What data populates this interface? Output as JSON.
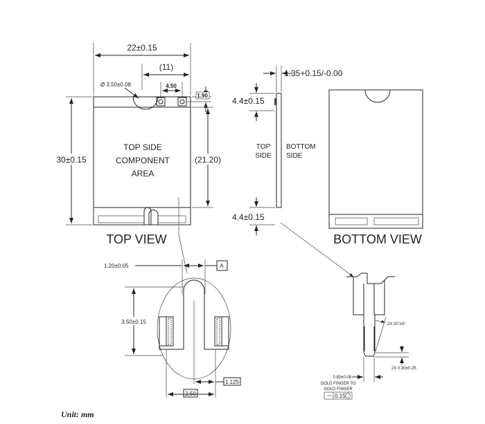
{
  "top_view": {
    "width_dim": "22±0.15",
    "offset_dim": "(11)",
    "notch_dim": "Ø 3.50±0.08",
    "pin_spacing_dim": "4.50",
    "pin_offset_dim": "1.90",
    "height_dim": "30±0.15",
    "component_area_dim": "(21.20)",
    "area_label": [
      "TOP SIDE",
      "COMPONENT",
      "AREA"
    ],
    "title": "TOP VIEW"
  },
  "side_view": {
    "thickness_dim": "1.35+0.15/-0.00",
    "top_clearance_dim": "4.4±0.15",
    "bottom_clearance_dim": "4.4±0.15",
    "top_side_label": [
      "TOP",
      "SIDE"
    ],
    "bottom_side_label": [
      "BOTTOM",
      "SIDE"
    ]
  },
  "bottom_view": {
    "title": "BOTTOM VIEW"
  },
  "key_detail": {
    "slot_width_dim": "1.20±0.05",
    "datum": "A",
    "slot_depth_dim": "3.50±0.15",
    "offset_dim": "1.125",
    "pitch_dim": "2.50"
  },
  "edge_detail": {
    "chamfer_dim": "2X 20°±5°",
    "chamfer_depth_dim": "2X 0.30±0.25",
    "finger_dim": "0.80±0.08",
    "finger_label": [
      "GOLD FINGER TO",
      "GOLD FINGER"
    ],
    "tolerance": "0.15"
  },
  "unit_note": "Unit: mm"
}
